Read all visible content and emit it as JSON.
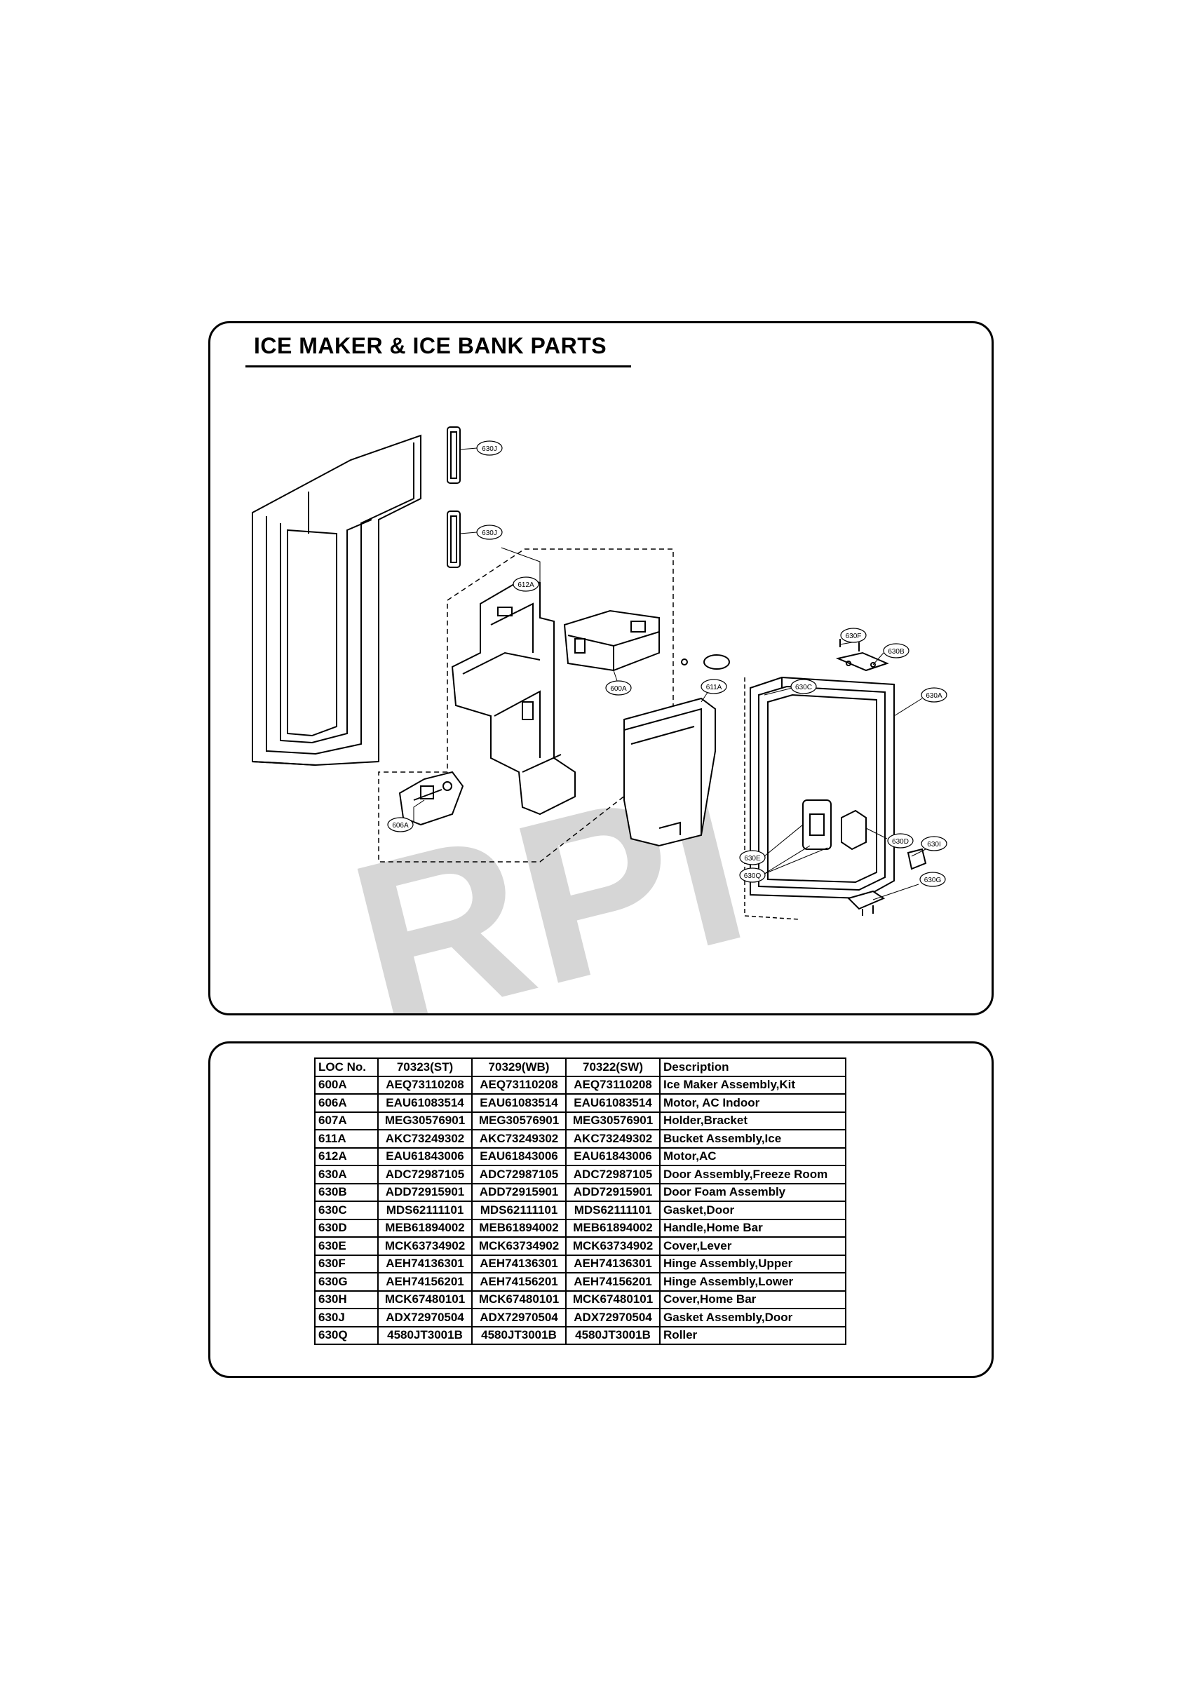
{
  "title": "ICE MAKER & ICE BANK PARTS",
  "watermark": "RPI",
  "callouts": [
    "630J",
    "630J",
    "612A",
    "600A",
    "611A",
    "630F",
    "630B",
    "630C",
    "630A",
    "630I",
    "630D",
    "630E",
    "630Q",
    "630G",
    "606A"
  ],
  "table": {
    "headers": [
      "LOC No.",
      "70323(ST)",
      "70329(WB)",
      "70322(SW)",
      "Description"
    ],
    "rows": [
      [
        "600A",
        "AEQ73110208",
        "AEQ73110208",
        "AEQ73110208",
        "Ice Maker Assembly,Kit"
      ],
      [
        "606A",
        "EAU61083514",
        "EAU61083514",
        "EAU61083514",
        "Motor, AC Indoor"
      ],
      [
        "607A",
        "MEG30576901",
        "MEG30576901",
        "MEG30576901",
        "Holder,Bracket"
      ],
      [
        "611A",
        "AKC73249302",
        "AKC73249302",
        "AKC73249302",
        "Bucket Assembly,Ice"
      ],
      [
        "612A",
        "EAU61843006",
        "EAU61843006",
        "EAU61843006",
        "Motor,AC"
      ],
      [
        "630A",
        "ADC72987105",
        "ADC72987105",
        "ADC72987105",
        "Door Assembly,Freeze Room"
      ],
      [
        "630B",
        "ADD72915901",
        "ADD72915901",
        "ADD72915901",
        "Door Foam Assembly"
      ],
      [
        "630C",
        "MDS62111101",
        "MDS62111101",
        "MDS62111101",
        "Gasket,Door"
      ],
      [
        "630D",
        "MEB61894002",
        "MEB61894002",
        "MEB61894002",
        "Handle,Home Bar"
      ],
      [
        "630E",
        "MCK63734902",
        "MCK63734902",
        "MCK63734902",
        "Cover,Lever"
      ],
      [
        "630F",
        "AEH74136301",
        "AEH74136301",
        "AEH74136301",
        "Hinge Assembly,Upper"
      ],
      [
        "630G",
        "AEH74156201",
        "AEH74156201",
        "AEH74156201",
        "Hinge Assembly,Lower"
      ],
      [
        "630H",
        "MCK67480101",
        "MCK67480101",
        "MCK67480101",
        "Cover,Home Bar"
      ],
      [
        "630J",
        "ADX72970504",
        "ADX72970504",
        "ADX72970504",
        "Gasket Assembly,Door"
      ],
      [
        "630Q",
        "4580JT3001B",
        "4580JT3001B",
        "4580JT3001B",
        "Roller"
      ]
    ]
  }
}
